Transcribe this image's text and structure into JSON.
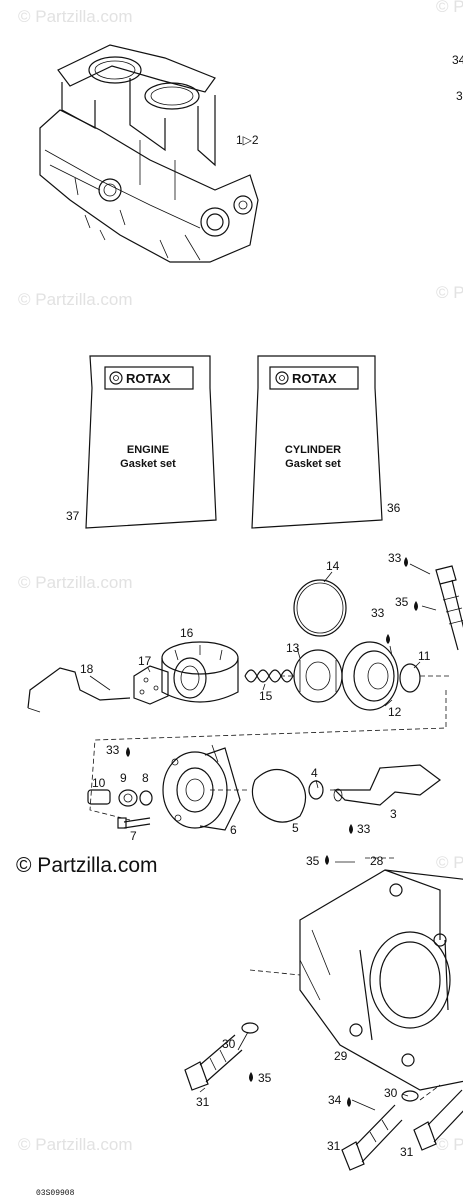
{
  "watermark": "© Partzilla.com",
  "copyright": "© Partzilla.com",
  "diagram_code": "03S09908",
  "engine_callout": "1▷2",
  "edge_labels": [
    "34",
    "3"
  ],
  "gasket_sets": [
    {
      "brand": "ROTAX",
      "line1": "ENGINE",
      "line2": "Gasket set",
      "ref": "37"
    },
    {
      "brand": "ROTAX",
      "line1": "CYLINDER",
      "line2": "Gasket set",
      "ref": "36"
    }
  ],
  "callouts": {
    "p33a": "33",
    "p35a": "35",
    "p14": "14",
    "p33b": "33",
    "p16": "16",
    "p13": "13",
    "p18": "18",
    "p17": "17",
    "p15": "15",
    "p11": "11",
    "p12": "12",
    "p33c": "33",
    "p10": "10",
    "p9": "9",
    "p8": "8",
    "p4": "4",
    "p7": "7",
    "p6": "6",
    "p5": "5",
    "p33d": "33",
    "p3": "3",
    "p35b": "35",
    "p28": "28",
    "p30a": "30",
    "p29": "29",
    "p35c": "35",
    "p31a": "31",
    "p34": "34",
    "p30b": "30",
    "p31b": "31",
    "p31c": "31"
  }
}
